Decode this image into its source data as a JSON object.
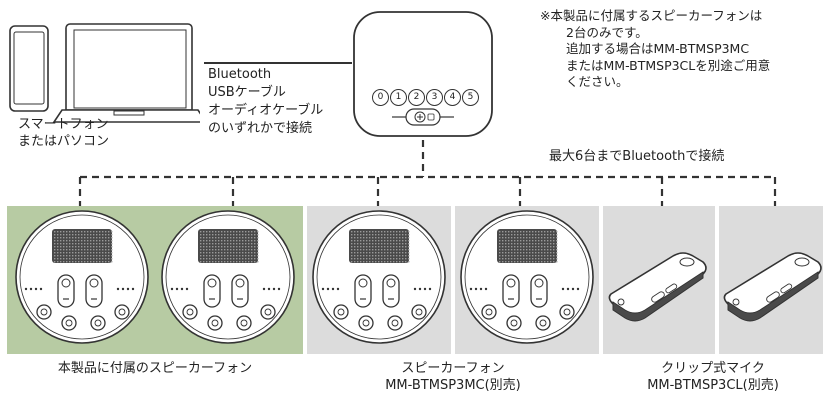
{
  "connection_text": [
    "Bluetooth",
    "USBケーブル",
    "オーディオケーブル",
    "のいずれかで接続"
  ],
  "pc_label": [
    "スマートフォン",
    "またはパソコン"
  ],
  "note_lines": [
    "※本製品に付属するスピーカーフォンは",
    "2台のみです。",
    "追加する場合はMM-BTMSP3MC",
    "またはMM-BTMSP3CLを別途ご用意",
    "ください。"
  ],
  "max_connection_text": "最大6台までBluetoothで接続",
  "hub_buttons": [
    "0",
    "1",
    "2",
    "3",
    "4",
    "5"
  ],
  "captions": {
    "included": [
      "本製品に付属のスピーカーフォン"
    ],
    "speakerphone": [
      "スピーカーフォン",
      "MM-BTMSP3MC(別売)"
    ],
    "clip_mic": [
      "クリップ式マイク",
      "MM-BTMSP3CL(別売)"
    ]
  },
  "colors": {
    "included_panel": "#b7cba3",
    "optional_panel": "#dcdcdc",
    "line": "#333333"
  }
}
